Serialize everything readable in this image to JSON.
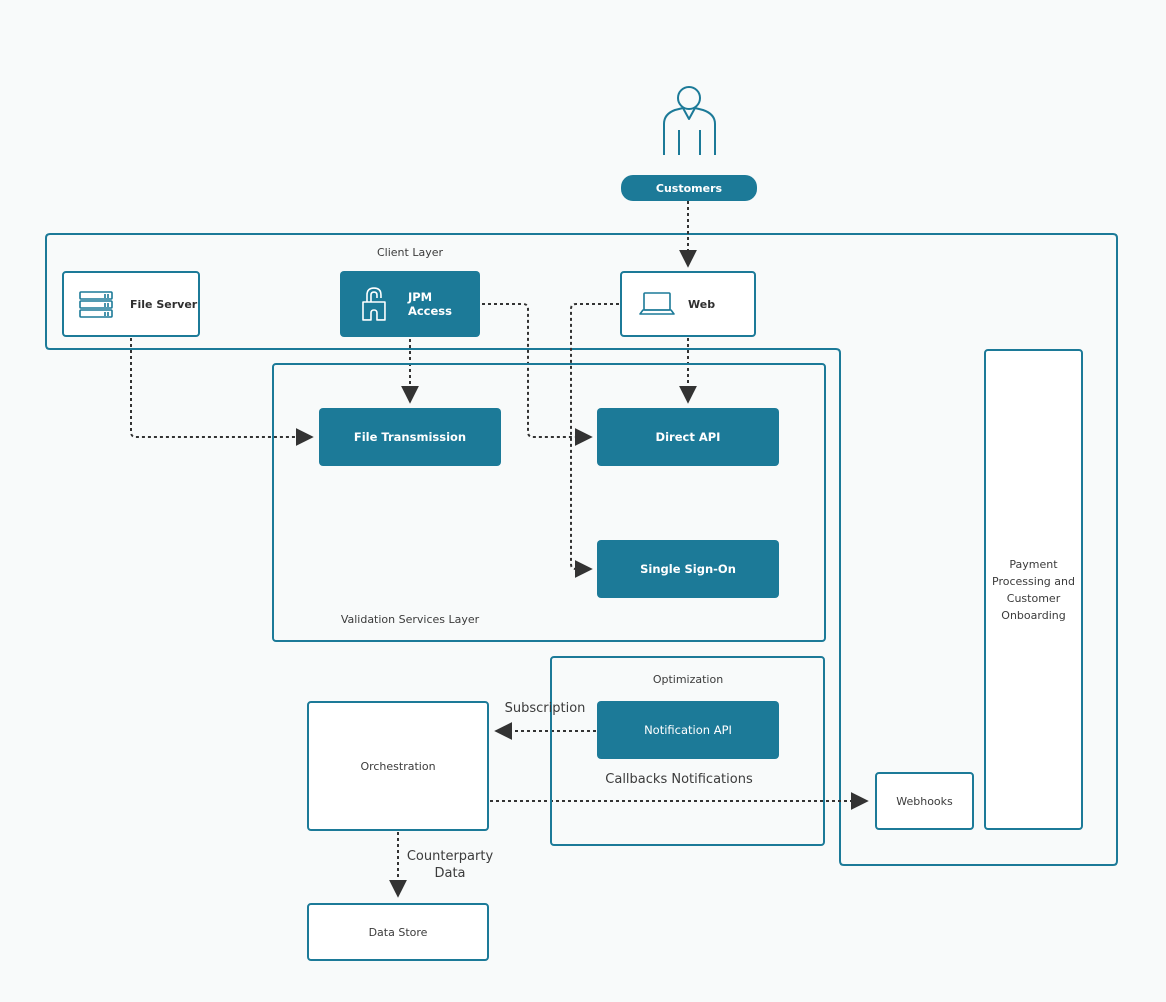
{
  "customers": {
    "label": "Customers"
  },
  "client_layer": {
    "title": "Client Layer",
    "file_server": "File Server",
    "jpm_access": "JPM Access",
    "web": "Web"
  },
  "validation_layer": {
    "title": "Validation Services Layer",
    "file_transmission": "File Transmission",
    "direct_api": "Direct API",
    "single_sign_on": "Single Sign-On"
  },
  "optimization": {
    "title": "Optimization",
    "notification_api": "Notification API",
    "callbacks": "Callbacks Notifications"
  },
  "orchestration": "Orchestration",
  "subscription": "Subscription",
  "counterparty_data": [
    "Counterparty",
    "Data"
  ],
  "data_store": "Data Store",
  "webhooks": "Webhooks",
  "payment_processing": [
    "Payment",
    "Processing and",
    "Customer",
    "Onboarding"
  ],
  "colors": {
    "primary": "#1c7a98",
    "arrow": "#333333",
    "background": "#f8fafa"
  }
}
